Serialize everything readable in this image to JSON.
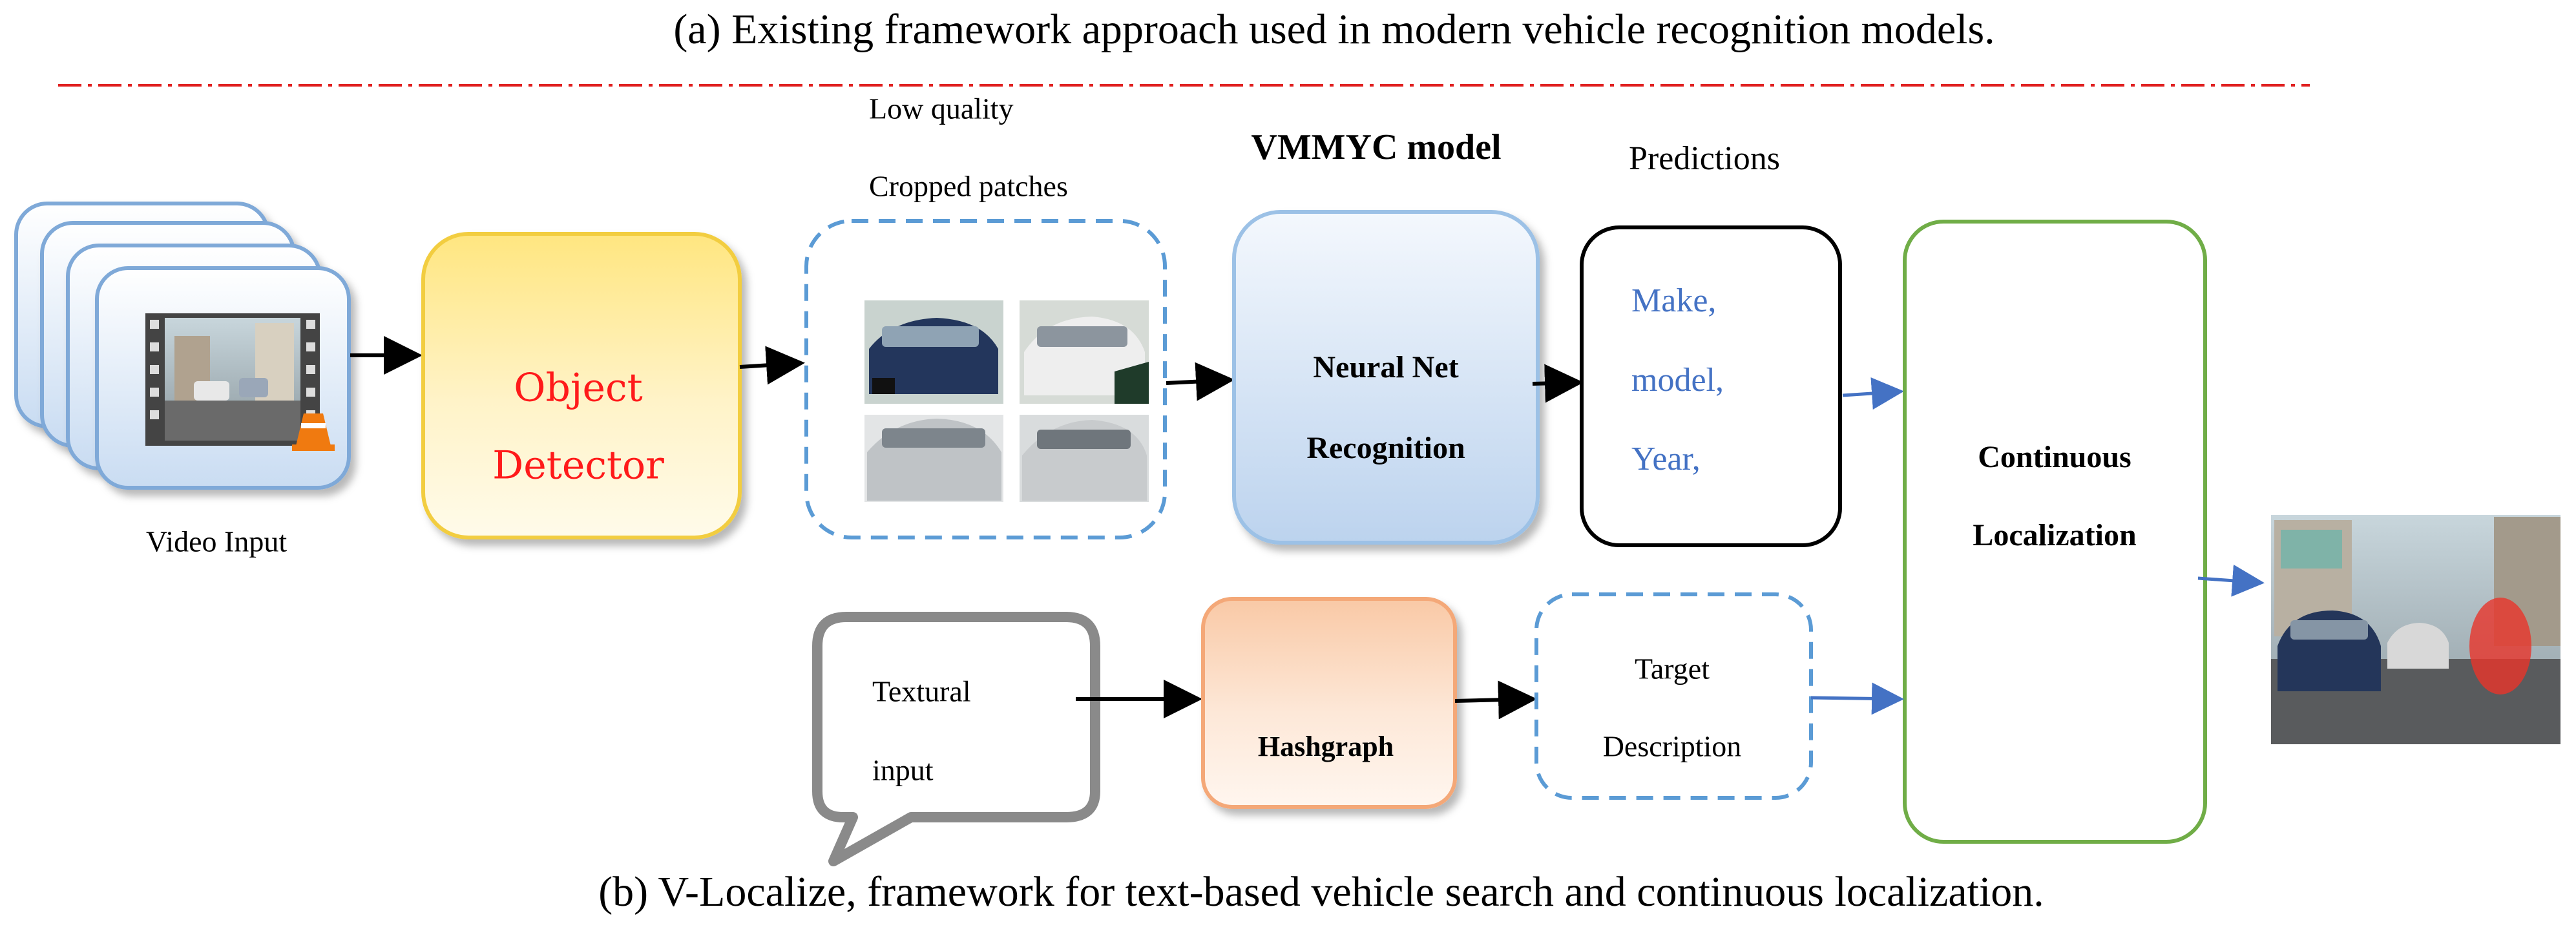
{
  "captions": {
    "top": "(a)   Existing framework approach used in modern vehicle recognition models.",
    "bottom": "(b) V-Localize, framework for text-based vehicle search and continuous localization."
  },
  "nodes": {
    "video_input": "Video Input",
    "object_detector_line1": "Object",
    "object_detector_line2": "Detector",
    "patches_label_line1": "Low quality",
    "patches_label_line2": "Cropped patches",
    "model_title": "VMMYC model",
    "neural_net_line1": "Neural Net",
    "neural_net_line2": "Recognition",
    "predictions_title": "Predictions",
    "predictions": [
      "Make,",
      "model,",
      "Year,"
    ],
    "textual_input_line1": "Textural",
    "textual_input_line2": "input",
    "hashgraph": "Hashgraph",
    "target_line1": "Target",
    "target_line2": "Description",
    "continuous_line1": "Continuous",
    "continuous_line2": "Localization"
  },
  "colors": {
    "divider": "#e02020",
    "object_detector_text": "#ff1a1a",
    "prediction_text": "#4472c4",
    "dashed_border": "#5b9bd5",
    "green_border": "#70ad47",
    "blue_arrow": "#4472c4"
  }
}
